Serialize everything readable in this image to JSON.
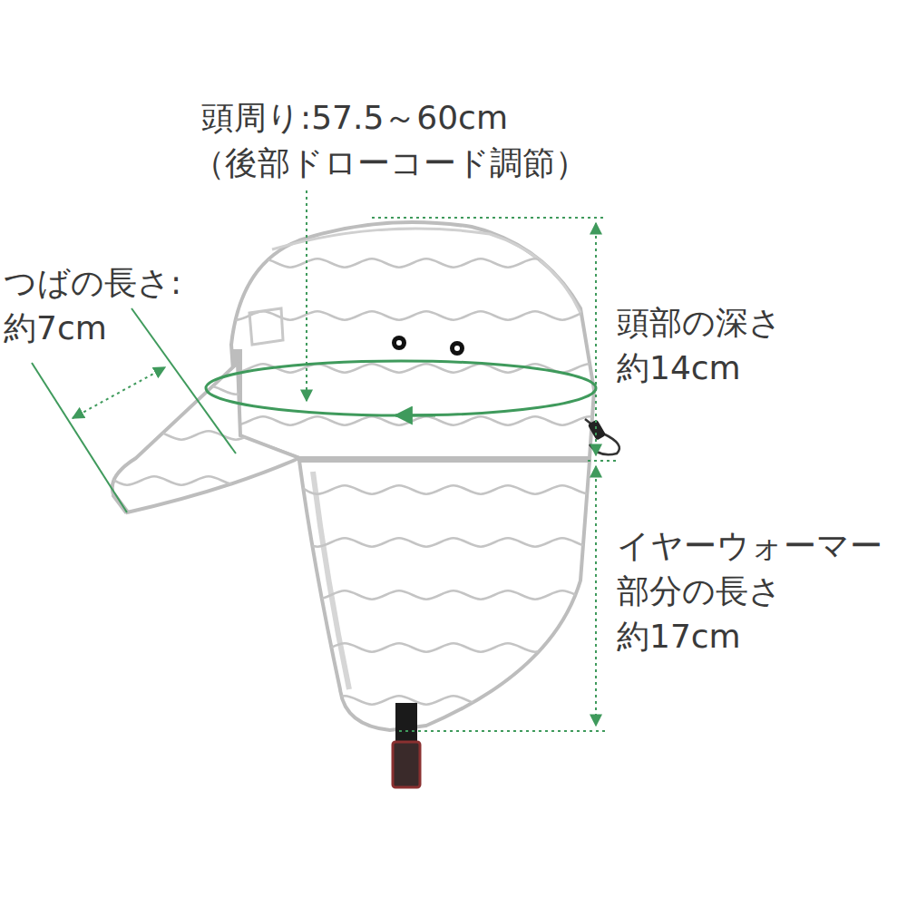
{
  "diagram": {
    "labels": [
      "頭周り:57.5～60cm",
      "（後部ドローコード調節）",
      "つばの長さ:",
      "約7cm",
      "頭部の深さ",
      "約14cm",
      "イヤーウォーマー",
      "部分の長さ",
      "約17cm"
    ]
  }
}
